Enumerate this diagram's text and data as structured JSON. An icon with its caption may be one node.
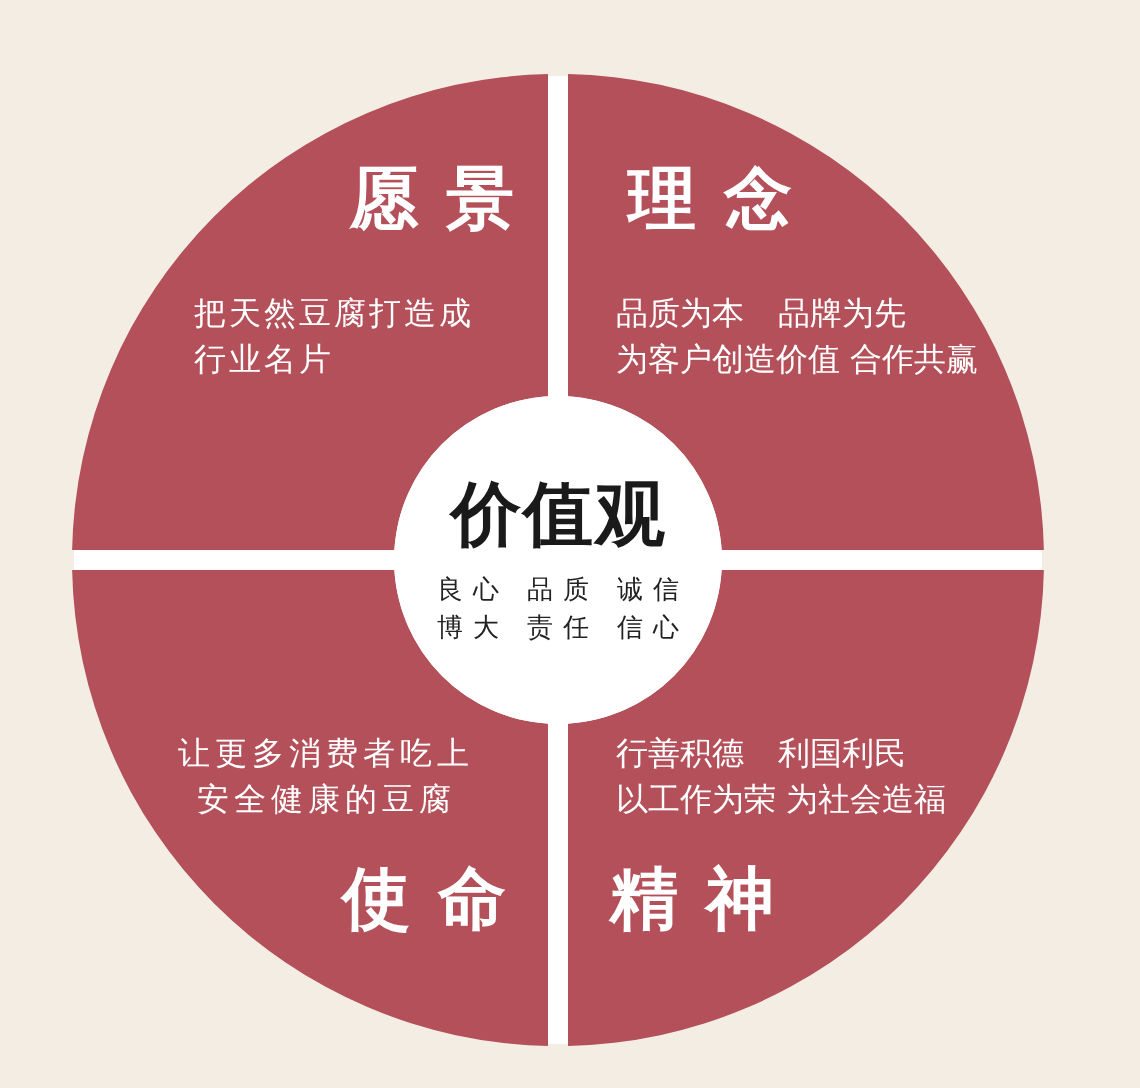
{
  "diagram": {
    "nodes": [
      {
        "text": [
          "愿景",
          "把天然豆腐打造成行业名片"
        ]
      },
      {
        "text": [
          "理念",
          "品质为本 品牌为先",
          "为客户创造价值 合作共赢"
        ]
      },
      {
        "text": [
          "价值观",
          "良心 品质 诚信",
          "博大 责任 信心"
        ]
      },
      {
        "text": [
          "让更多消费者吃上安全健康的豆腐",
          "使命"
        ]
      },
      {
        "text": [
          "行善积德 利国利民",
          "以工作为荣 为社会造福",
          "精神"
        ]
      }
    ]
  }
}
